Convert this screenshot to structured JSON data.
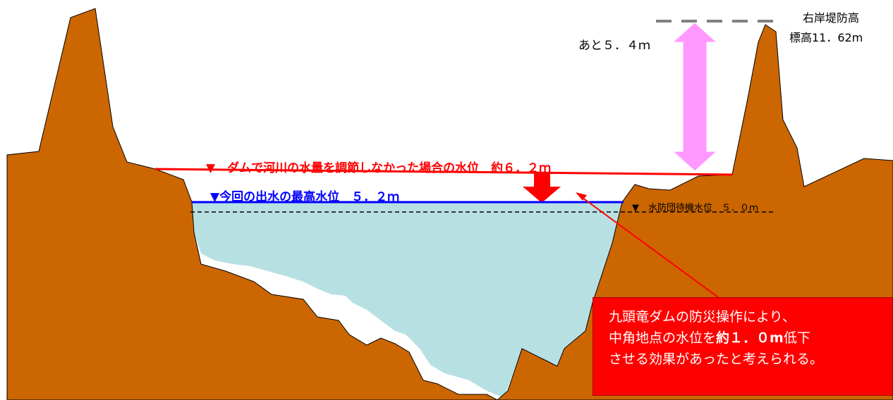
{
  "remaining_label": "あと５．４ｍ",
  "levee_label_line1": "右岸堤防高",
  "levee_label_line2": "標高11．62m",
  "no_dam_level_label": "▼　ダムで河川の水量を調節しなかった場合の水位　約６．２ｍ",
  "peak_level_label": "▼今回の出水の最高水位　５．２ｍ",
  "standby_level_label": "▼　水防団待機水位　５．０ｍ",
  "callout": {
    "line1": "九頭竜ダムの防災操作により、",
    "line2_before": "中角地点の水位を",
    "line2_value": "約１．０m",
    "line2_after": "低下",
    "line3": "させる効果があったと考えられる。"
  },
  "colors": {
    "terrain": "#cc6600",
    "water": "#b7e0e3",
    "no_dam_line": "#ff0000",
    "peak_line": "#0000ff",
    "remaining_arrow": "#ff99ff",
    "callout_bg": "#ff0000"
  }
}
